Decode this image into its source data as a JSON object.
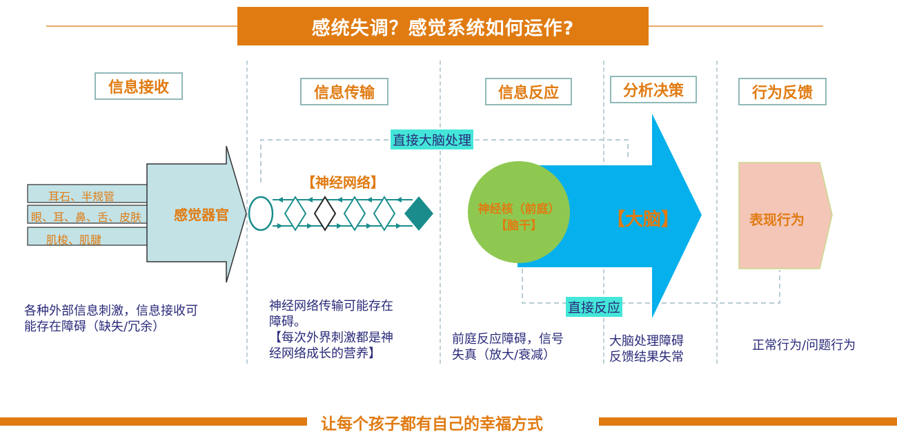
{
  "title": "感统失调？感觉系统如何运作?",
  "stages": [
    "信息接收",
    "信息传输",
    "信息反应",
    "分析决策",
    "行为反馈"
  ],
  "receive": {
    "inputs": [
      "耳石、半规管",
      "眼、耳、鼻、舌、皮肤",
      "肌梭、肌腱"
    ],
    "organ": "感觉器官",
    "desc": [
      "各种外部信息刺激，信息接收可",
      "能存在障碍（缺失/冗余）"
    ]
  },
  "transmit": {
    "network_label": "【神经网络】",
    "desc": [
      "神经网络传输可能存在",
      "障碍。",
      "【每次外界刺激都是神",
      "经网络成长的营养】"
    ]
  },
  "react": {
    "nucleus_line1": "神经核（前庭）",
    "nucleus_line2": "【脑干】",
    "desc": [
      "前庭反应障碍，信号",
      "失真（放大/衰减）"
    ]
  },
  "decide": {
    "brain": "【大脑】",
    "desc": [
      "大脑处理障碍",
      "反馈结果失常"
    ]
  },
  "feedback": {
    "behavior": "表现行为",
    "desc": "正常行为/问题行为"
  },
  "paths": {
    "top": "直接大脑处理",
    "bottom": "直接反应"
  },
  "footer": "让每个孩子都有自己的幸福方式",
  "colors": {
    "orange": "#E07B12",
    "teal": "#1A8C8C",
    "blue": "#06B0EC",
    "green": "#8FC850",
    "pink": "#F4C6B8",
    "navy": "#2A2A7A",
    "cyan_tag": "#43E6D8"
  }
}
